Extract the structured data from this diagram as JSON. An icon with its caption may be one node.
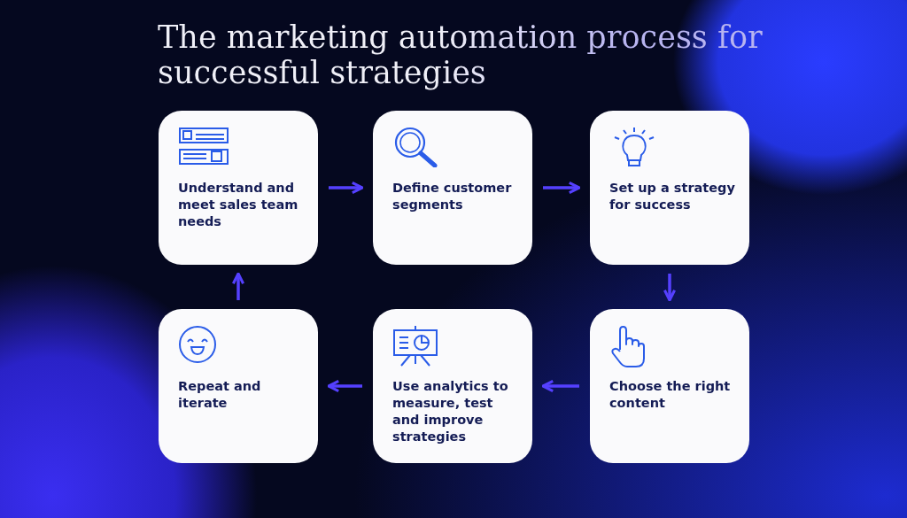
{
  "diagram": {
    "title": "The marketing automation process for successful strategies",
    "nodes": [
      {
        "text": [
          "Understand and meet sales team needs"
        ]
      },
      {
        "text": [
          "Define customer segments"
        ]
      },
      {
        "text": [
          "Set up a strategy for success"
        ]
      },
      {
        "text": [
          "Repeat and iterate"
        ]
      },
      {
        "text": [
          "Use analytics to measure, test and improve strategies"
        ]
      },
      {
        "text": [
          "Choose the right content"
        ]
      }
    ],
    "edges": [
      {
        "from": 0,
        "to": 1,
        "arrow": "to"
      },
      {
        "from": 1,
        "to": 2,
        "arrow": "to"
      },
      {
        "from": 2,
        "to": 5,
        "arrow": "to"
      },
      {
        "from": 5,
        "to": 4,
        "arrow": "to"
      },
      {
        "from": 4,
        "to": 3,
        "arrow": "to"
      },
      {
        "from": 3,
        "to": 0,
        "arrow": "to"
      }
    ]
  }
}
